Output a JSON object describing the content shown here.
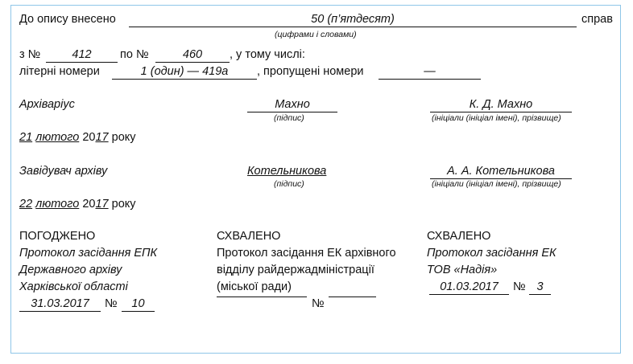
{
  "row1": {
    "prefix": "До опису внесено",
    "value": "50 (п’ятдесят)",
    "suffix": "справ",
    "hint": "(цифрами і словами)"
  },
  "row2": {
    "from_label": "з №",
    "from_value": "412",
    "to_label": "по №",
    "to_value": "460",
    "tail": ", у тому числі:"
  },
  "row3": {
    "lit_label": "літерні номери",
    "lit_value": "1 (один) — 419а",
    "skip_label": ", пропущені номери",
    "skip_value": "—"
  },
  "archivist": {
    "title": "Архіваріус",
    "sign": "Махно",
    "sign_hint": "(підпис)",
    "name": "К. Д. Махно",
    "name_hint": "(ініціали (ініціал імені), прізвище)"
  },
  "date1": {
    "day": "21",
    "month": "лютого",
    "year_pre": "20",
    "year_post": "17",
    "word": "року"
  },
  "head": {
    "title": "Завідувач архіву",
    "sign": "Котельникова",
    "sign_hint": "(підпис)",
    "name": "А. А. Котельникова",
    "name_hint": "(ініціали (ініціал імені), прізвище)"
  },
  "date2": {
    "day": "22",
    "month": "лютого",
    "year_pre": "20",
    "year_post": "17",
    "word": "року"
  },
  "col1": {
    "heading": "ПОГОДЖЕНО",
    "l1": "Протокол засідання ЕПК",
    "l2": "Державного архіву",
    "l3": "Харківської області",
    "date": "31.03.2017",
    "no_label": "№",
    "no": "10"
  },
  "col2": {
    "heading": "СХВАЛЕНО",
    "l1": "Протокол засідання ЕК архівного",
    "l2": "відділу райдержадміністрації",
    "l3": "(міської ради)",
    "no_label": "№"
  },
  "col3": {
    "heading": "СХВАЛЕНО",
    "l1": "Протокол засідання ЕК",
    "l2": "ТОВ «Надія»",
    "date": "01.03.2017",
    "no_label": "№",
    "no": "3"
  }
}
